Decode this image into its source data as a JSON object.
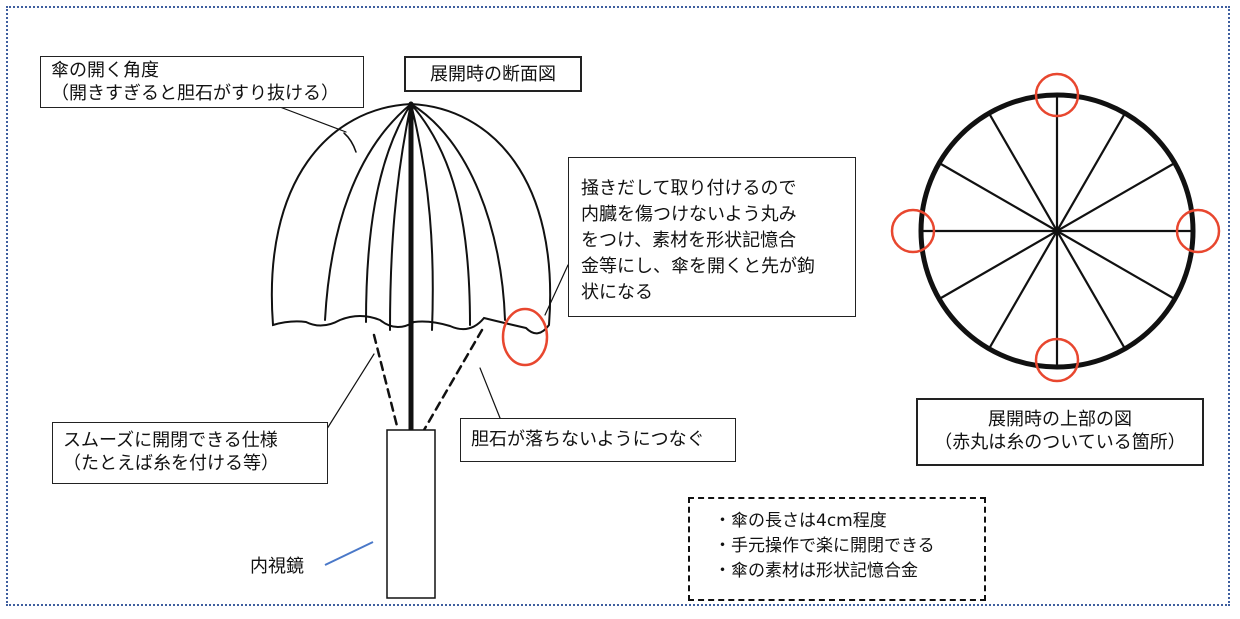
{
  "angle_label": {
    "lines": [
      "傘の開く角度",
      "（開きすぎると胆石がすり抜ける）"
    ]
  },
  "cross_section_title": "展開時の断面図",
  "rib_callout": {
    "lines": [
      "掻きだして取り付けるので",
      "内臓を傷つけないよう丸み",
      "をつけ、素材を形状記憶合",
      "金等にし、傘を開くと先が鉤",
      "状になる"
    ]
  },
  "top_view_title": {
    "lines": [
      "展開時の上部の図",
      "（赤丸は糸のついている箇所）"
    ]
  },
  "smooth_label": {
    "lines": [
      "スムーズに開閉できる仕様",
      "（たとえば糸を付ける等）"
    ]
  },
  "connect_label": "胆石が落ちないようにつなぐ",
  "endoscope_label": "内視鏡",
  "notes": [
    "・傘の長さは4cm程度",
    "・手元操作で楽に開閉できる",
    "・傘の素材は形状記憶合金"
  ],
  "colors": {
    "frame": "#3f5f9f",
    "marker": "#e8472f",
    "pointer": "#4a78c8",
    "line": "#111111"
  }
}
